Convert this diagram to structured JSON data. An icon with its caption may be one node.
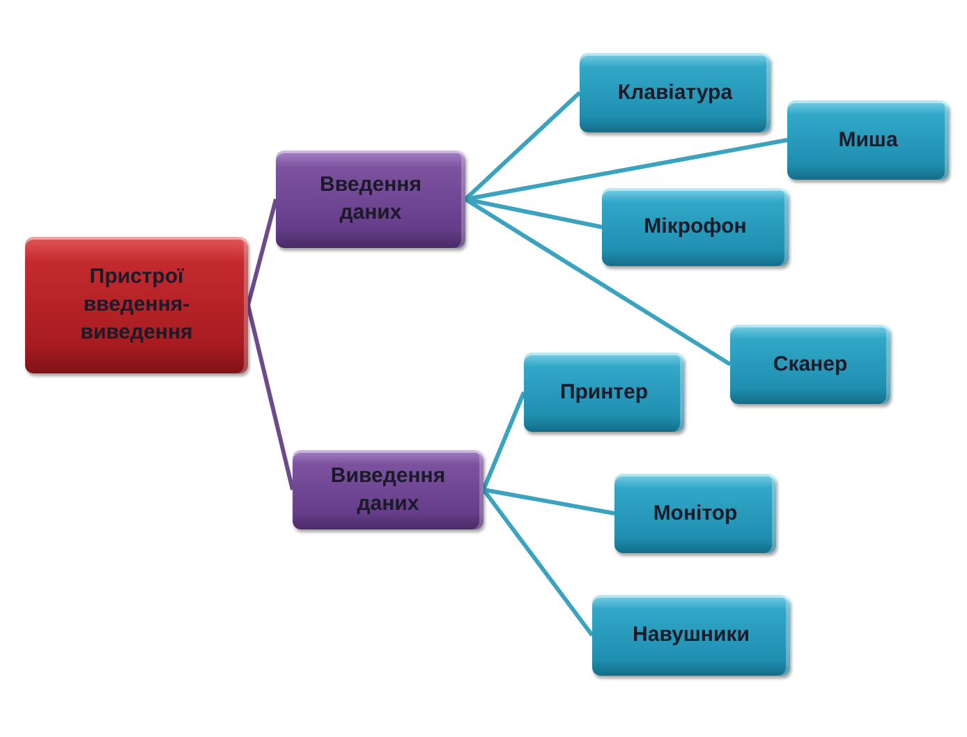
{
  "diagram": {
    "nodes": [
      {
        "text": [
          "Пристрої введення-виведення"
        ]
      },
      {
        "text": [
          "Введення даних"
        ]
      },
      {
        "text": [
          "Клавіатура"
        ]
      },
      {
        "text": [
          "Миша"
        ]
      },
      {
        "text": [
          "Мікрофон"
        ]
      },
      {
        "text": [
          "Сканер"
        ]
      },
      {
        "text": [
          "Виведення даних"
        ]
      },
      {
        "text": [
          "Принтер"
        ]
      },
      {
        "text": [
          "Монітор"
        ]
      },
      {
        "text": [
          "Навушники"
        ]
      }
    ],
    "edges": [
      {
        "from": 0,
        "to": 1,
        "arrow": "none",
        "color": "#6b4a8e"
      },
      {
        "from": 0,
        "to": 6,
        "arrow": "none",
        "color": "#6b4a8e"
      },
      {
        "from": 1,
        "to": 2,
        "arrow": "none"
      },
      {
        "from": 1,
        "to": 3,
        "arrow": "none"
      },
      {
        "from": 1,
        "to": 4,
        "arrow": "none"
      },
      {
        "from": 1,
        "to": 5,
        "arrow": "none"
      },
      {
        "from": 6,
        "to": 7,
        "arrow": "none"
      },
      {
        "from": 6,
        "to": 8,
        "arrow": "none"
      },
      {
        "from": 6,
        "to": 9,
        "arrow": "none"
      }
    ]
  }
}
